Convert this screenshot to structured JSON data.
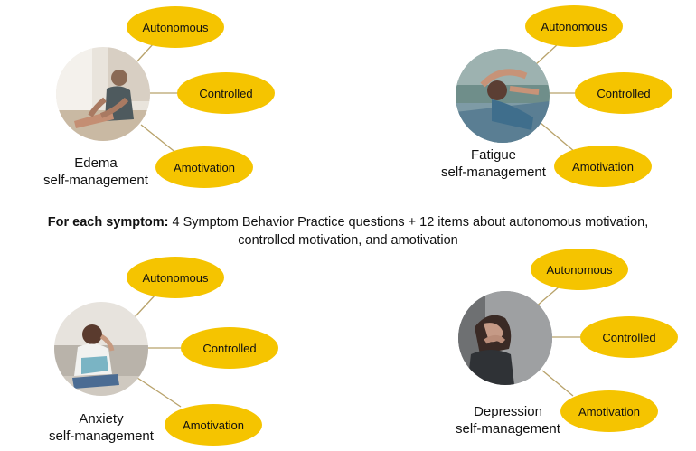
{
  "colors": {
    "oval": "#F5C400",
    "connector": "#B8A26A",
    "text": "#111111"
  },
  "symptoms": [
    {
      "id": "edema",
      "photo_icon": "man-massaging-leg-icon",
      "caption": [
        "Edema",
        "self-management"
      ],
      "ovals": [
        "Autonomous",
        "Controlled",
        "Amotivation"
      ]
    },
    {
      "id": "fatigue",
      "photo_icon": "person-lying-tired-icon",
      "caption": [
        "Fatigue",
        "self-management"
      ],
      "ovals": [
        "Autonomous",
        "Controlled",
        "Amotivation"
      ]
    },
    {
      "id": "anxiety",
      "photo_icon": "woman-on-couch-icon",
      "caption": [
        "Anxiety",
        "self-management"
      ],
      "ovals": [
        "Autonomous",
        "Controlled",
        "Amotivation"
      ]
    },
    {
      "id": "depression",
      "photo_icon": "woman-head-in-hands-icon",
      "caption": [
        "Depression",
        "self-management"
      ],
      "ovals": [
        "Autonomous",
        "Controlled",
        "Amotivation"
      ]
    }
  ],
  "center": {
    "bold": "For each symptom:",
    "line1": " 4 Symptom Behavior Practice questions + 12 items about autonomous motivation,",
    "line2": "controlled motivation, and amotivation"
  }
}
